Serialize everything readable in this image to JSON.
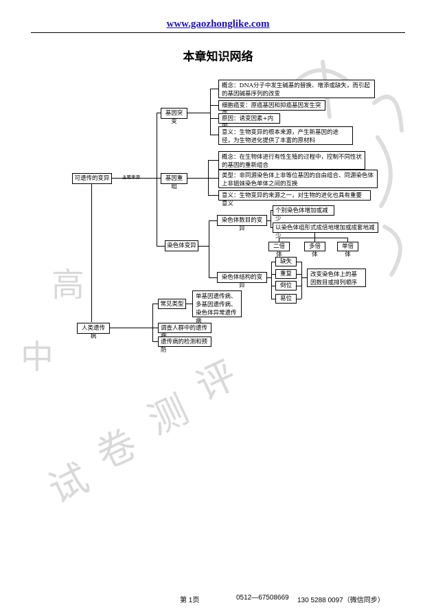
{
  "header": {
    "site": "www.gaozhonglike.com"
  },
  "title": "本章知识网络",
  "tree": {
    "root": "可遗传的变异",
    "root_tag": "主要来源",
    "gene_mutation": {
      "label": "基因突变",
      "concept": "概念：DNA分子中发生碱基的替换、增添或缺失，而引起的基因碱基序列的改变",
      "cancer": "细胞癌变：原癌基因和抑癌基因发生突变",
      "cause": "原因：诱变因素+内因",
      "meaning": "意义：生物变异的根本来源，产生新基因的途径，为生物进化提供了丰富的原材料"
    },
    "recombination": {
      "label": "基因重组",
      "concept": "概念：在生物体进行有性生殖的过程中，控制不同性状的基因的重新组合",
      "types": "类型：非同源染色体上非等位基因的自由组合、同源染色体上非姐妹染色单体之间的互换",
      "meaning": "意义：生物变异的来源之一，对生物的进化也具有重要意义"
    },
    "chromosome": {
      "label": "染色体变异",
      "number": {
        "label": "染色体数目的变异",
        "individual": "个别染色体增加或减少",
        "set": "以染色体组形式成倍地增加或成套地减少",
        "kinds": [
          "二倍体",
          "多倍体",
          "单倍体"
        ]
      },
      "structure": {
        "label": "染色体结构的变异",
        "kinds": [
          "缺失",
          "重复",
          "倒位",
          "易位"
        ],
        "effect": "改变染色体上的基因数目或排列顺序"
      }
    },
    "human_disease": {
      "label": "人类遗传病",
      "common": "常见类型",
      "common_detail": "单基因遗传病、多基因遗传病、染色体异常遗传病",
      "survey": "调查人群中的遗传病",
      "prevention": "遗传病的检测和预防"
    }
  },
  "watermark": [
    "高",
    "中",
    "试",
    "卷",
    "测",
    "评"
  ],
  "footer": {
    "page": "第 1页",
    "phone1": "0512—67508669",
    "phone2": "130 5288 0097（微信同步）"
  }
}
